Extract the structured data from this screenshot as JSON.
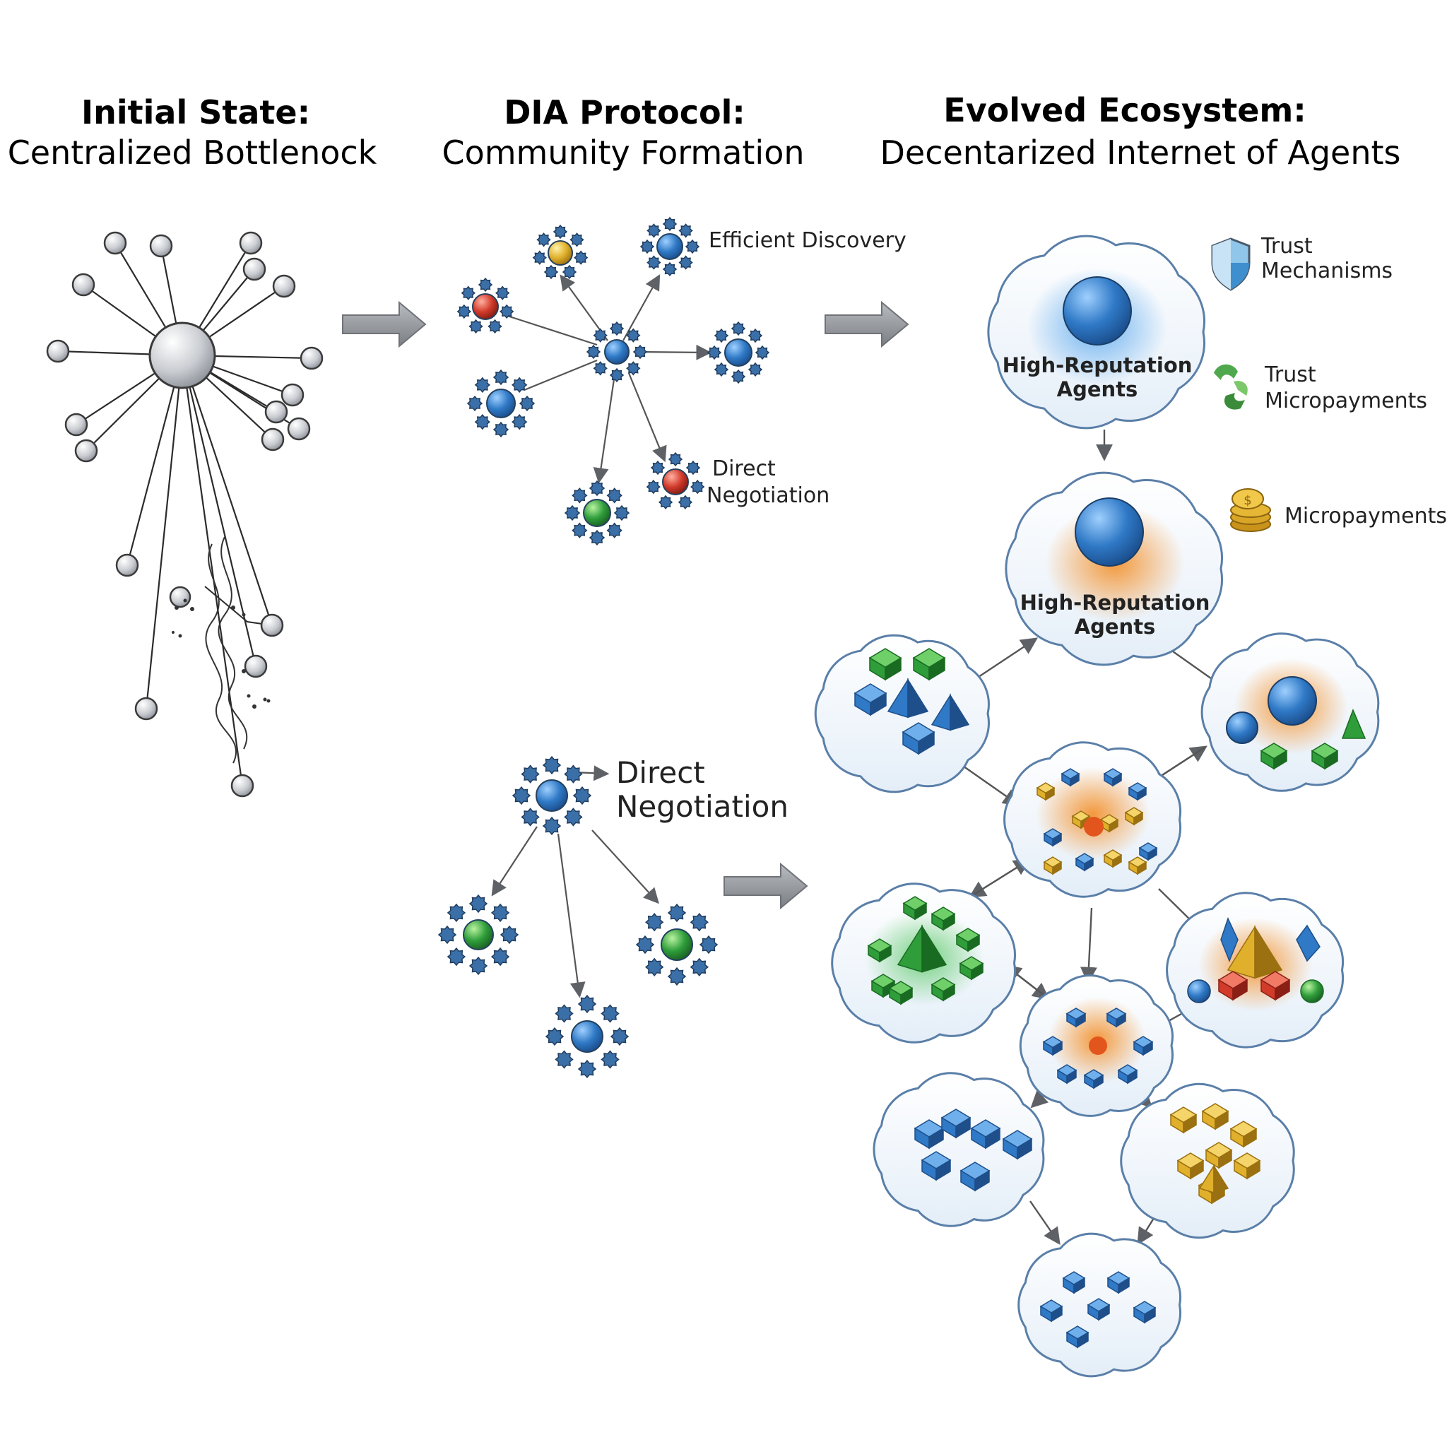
{
  "titles": {
    "initial": {
      "heading": "Initial State:",
      "subtitle": "Centralized Bottlenock"
    },
    "dia": {
      "heading": "DIA Protocol:",
      "subtitle": "Community Formation"
    },
    "evolved": {
      "heading": "Evolved Ecosystem:",
      "subtitle": "Decentarized Internet of Agents"
    }
  },
  "labels": {
    "efficient_discovery": "Efficient Discovery",
    "direct_negotiation_small": [
      "Direct",
      "Negotiation"
    ],
    "direct_negotiation_large": [
      "Direct",
      "Negotiation"
    ],
    "high_rep_1": [
      "High-Reputation",
      "Agents"
    ],
    "high_rep_2": [
      "High-Reputation",
      "Agents"
    ],
    "trust_mechanisms": [
      "Trust",
      "Mechanisms"
    ],
    "trust_micropayments": [
      "Trust",
      "Micropayments"
    ],
    "micropayments": "Micropayments"
  },
  "icons": {
    "shield": "shield-icon",
    "handshake": "handshake-icon",
    "coins": "coins-icon"
  },
  "colors": {
    "hub_gray": "#c9ccd1",
    "agent_blue": "#2f79c6",
    "agent_green": "#2e9d3a",
    "agent_yellow": "#e0b02c",
    "agent_red": "#d23a2a",
    "glow_blue": "#5aa8ee",
    "glow_orange": "#f39433",
    "arrow_gray": "#8a8d92",
    "cloud_border": "#5a7fa8"
  }
}
